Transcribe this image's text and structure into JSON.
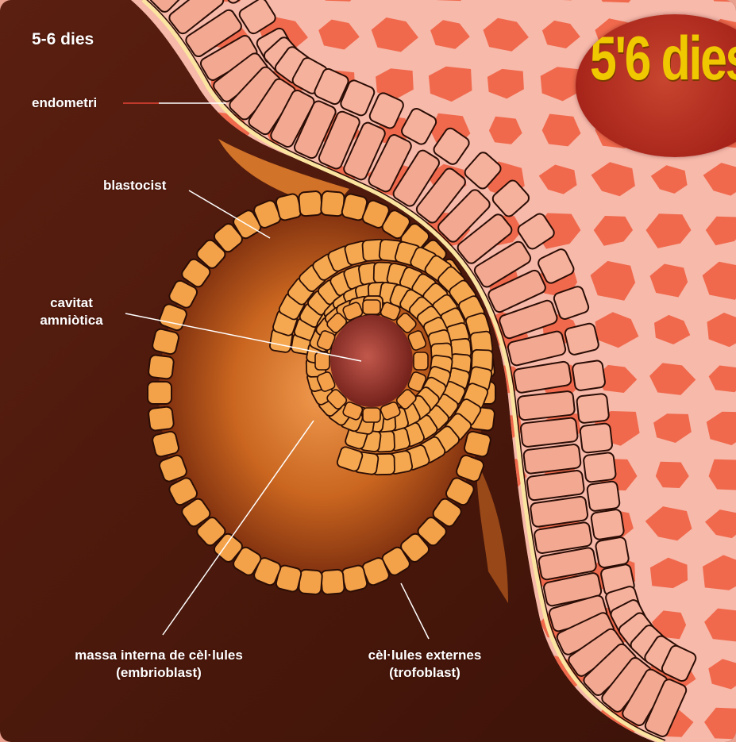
{
  "corner_title": "5-6 dies",
  "day_badge": "5'6 dies",
  "labels": {
    "endometri": "endometri",
    "blastocist": "blastocist",
    "cavitat_l1": "cavitat",
    "cavitat_l2": "amniòtica",
    "massa_l1": "massa interna de cèl·lules",
    "massa_l2": "(embrioblast)",
    "cel_l1": "cèl·lules externes",
    "cel_l2": "(trofoblast)"
  },
  "colors": {
    "background_dark": "#4a1a0c",
    "tissue_pink": "#f7b9aa",
    "cell_orange": "#f4a24a",
    "cell_outline": "#2a0d05",
    "badge_red": "#b02a1e",
    "badge_text": "#f0c800",
    "pointer_line": "#ffffff",
    "pointer_red": "#c0392b"
  }
}
